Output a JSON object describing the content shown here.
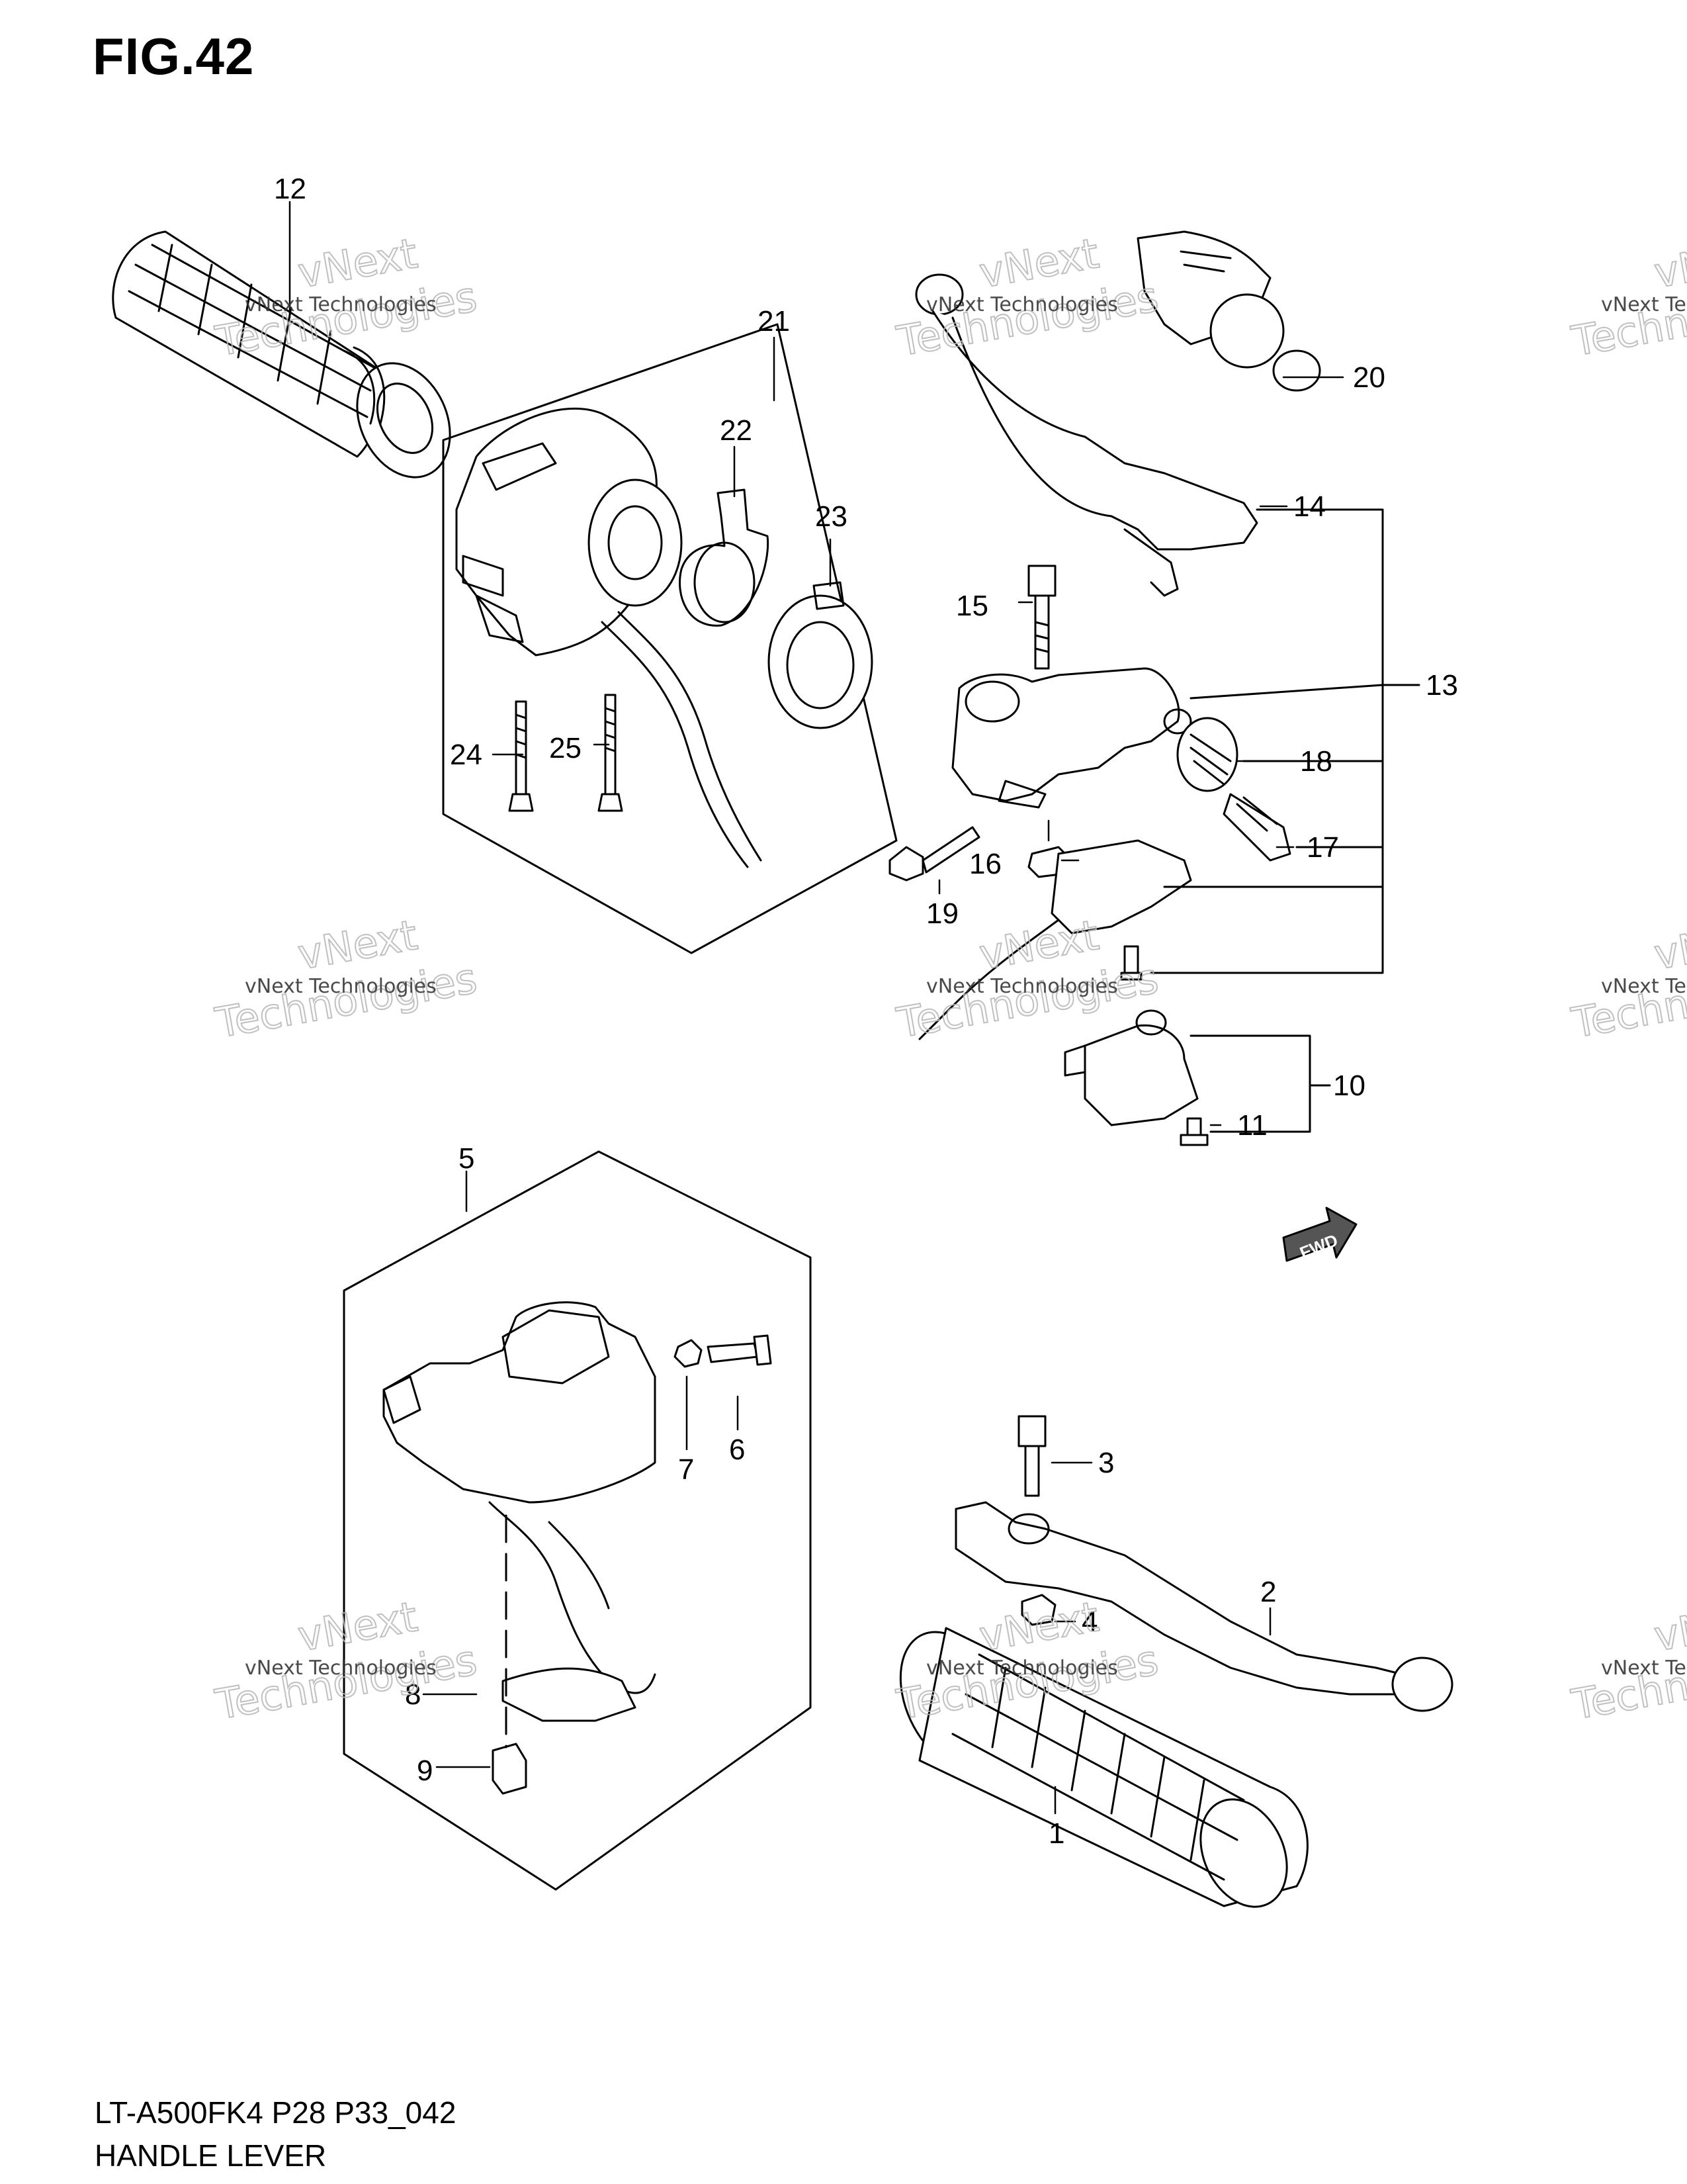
{
  "figure": {
    "title": "FIG.42",
    "model_code": "LT-A500FK4 P28 P33_042",
    "section_name": "HANDLE LEVER",
    "fwd_label": "FWD"
  },
  "callouts": {
    "c1": "1",
    "c2": "2",
    "c3": "3",
    "c4": "4",
    "c5": "5",
    "c6": "6",
    "c7": "7",
    "c8": "8",
    "c9": "9",
    "c10": "10",
    "c11": "11",
    "c12": "12",
    "c13": "13",
    "c14": "14",
    "c15": "15",
    "c16": "16",
    "c17": "17",
    "c18": "18",
    "c19": "19",
    "c20": "20",
    "c21": "21",
    "c22": "22",
    "c23": "23",
    "c24": "24",
    "c25": "25"
  },
  "watermark": {
    "line1": "vNext Technologies",
    "word1": "vNext",
    "word2": "Technologies"
  }
}
